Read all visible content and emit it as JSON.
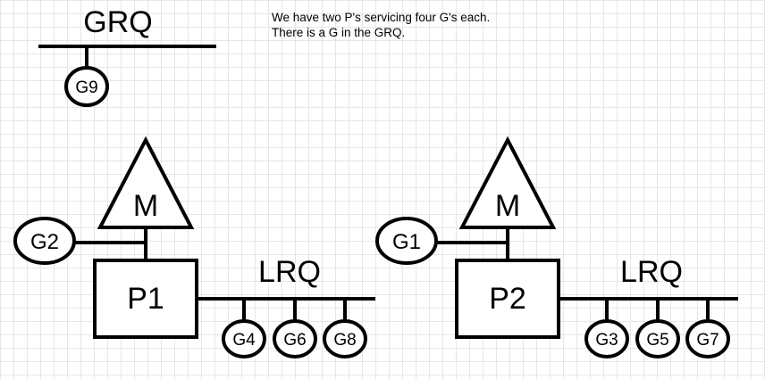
{
  "grq": {
    "label": "GRQ",
    "goroutine": "G9"
  },
  "note": {
    "line1": "We have two P's servicing four G's each.",
    "line2": "There is a G in the GRQ."
  },
  "processors": [
    {
      "machine": "M",
      "processor": "P1",
      "running": "G2",
      "lrq_label": "LRQ",
      "lrq": [
        "G4",
        "G6",
        "G8"
      ]
    },
    {
      "machine": "M",
      "processor": "P2",
      "running": "G1",
      "lrq_label": "LRQ",
      "lrq": [
        "G3",
        "G5",
        "G7"
      ]
    }
  ],
  "colors": {
    "stroke": "#000000",
    "fill": "#ffffff",
    "grid": "#e6e6e6"
  }
}
